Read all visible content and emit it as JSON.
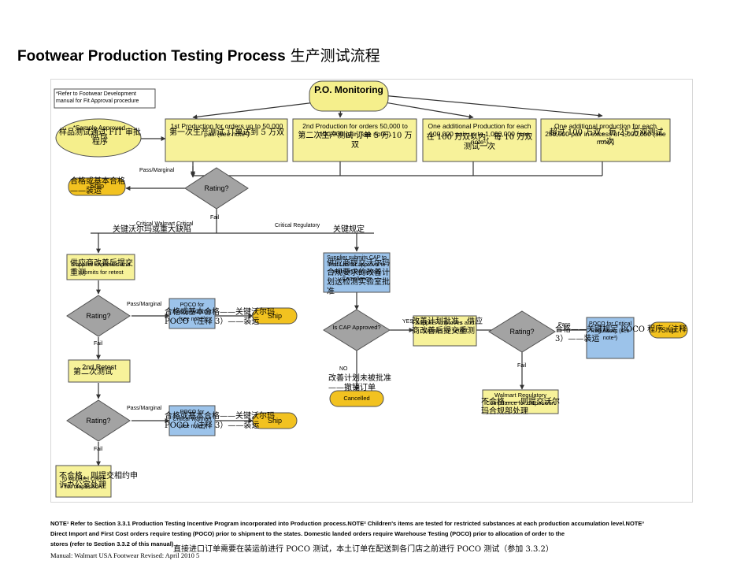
{
  "header": {
    "title_en": "Footwear Production Testing Process",
    "title_cn": "生产测试流程"
  },
  "flow": {
    "ref_note": "*Refer to Footwear Development manual for Fit Approval procedure",
    "po_monitoring": "P.O. Monitoring",
    "sample": {
      "en": "*Sample Approved for Fit",
      "cn": "样品测试通过 FIT 审批程序"
    },
    "first_prod": {
      "en": "1st Production for orders up to 50,000 pair (see note¹)",
      "cn": "第一次生产测试 订单达到 5 万双"
    },
    "second_prod": {
      "en": "2nd Production for orders 50,000 to 100,000 pair (see note¹)",
      "cn": "第二次生产测试 订单 5 万-10 万双"
    },
    "additional_prod": {
      "en": "One additional Production for each 100,000 pair up to 1,000,000 (see note¹)",
      "cn": "在 100 万双以内，每 10 万双测试一次"
    },
    "additional_prod2": {
      "en": "One additional production for each 250,000 pair in excess of 1,000,000 (see note¹)",
      "cn": "超过 100 万双，每 25 万双测试一次"
    },
    "pass_marginal": "Pass/Marginal",
    "ship": "Ship",
    "ship_cn": "合格或基本合格——装运",
    "rating": "Rating?",
    "fail": "Fail",
    "critical_walmart": "Critical Walmart Critical",
    "critical_walmart_cn": "关键沃尔玛或重大缺陷",
    "critical_regulatory": "Critical Regulatory",
    "critical_regulatory_cn": "关键规定",
    "supplier_improves": "Supplier improves and submits for retest",
    "supplier_improves_cn": "供应商改善后提交重测",
    "poco_walmart": "POCO for Critical Walmart (see note³)",
    "poco_walmart_cn": "合格或基本合格——关键沃尔玛 POCO（注释 3）——装运",
    "second_retest": "2nd Retest",
    "second_retest_cn": "第二次测试",
    "poco_walmart2_cn": "合格或基本合格——关键沃尔玛 POCO（注释 3）——装运",
    "fail_office": "To Apparel Office for disposition",
    "fail_office_cn": "不合格，则提交相约申诉办公室处理",
    "cap": "Supplier submits CAP to Test Lab for approval to Walmart Regulatory Compliance",
    "cap_cn": "供应商提交沃尔玛合规要求的改善计划送检测实验室批准",
    "is_cap": "Is CAP Approved?",
    "yes": "YES",
    "no": "NO",
    "cancelled": "Cancelled",
    "cancelled_cn": "改善计划未被批准——撤销订单",
    "supplier_improves2": "Supplier improves and submits for retest",
    "supplier_improves2_cn": "改善计划批准，供应商改善后提交重测",
    "pass": "Pass",
    "poco_regulatory": "POCO for Critical Regulatory (see note³)",
    "poco_regulatory_cn": "合格——关键规定 POCO 程序（注释 3）——装运",
    "walmart_regulatory": "Walmart Regulatory Compliance for disposition",
    "walmart_regulatory_cn": "不合格——则提交沃尔玛合规部处理"
  },
  "notes": {
    "line1": "NOTE¹ Refer to Section 3.3.1 Production Testing Incentive Program incorporated into Production process.NOTE² Children's items are tested for restricted substances at each production accumulation level.NOTE³",
    "line2": "Direct Import and First Cost orders require testing (POCO) prior to shipment to the states. Domestic landed orders require Warehouse Testing (POCO) prior to allocation of order to the",
    "line3": "stores (refer to Section 3.3.2 of this manual)",
    "line3_cn": "直接进口订单需要在装运前进行 POCO 测试，本土订单在配送到各门店之前进行 POCO 测试（参加 3.3.2）"
  },
  "footer": {
    "manual": "Manual: Walmart USA Footwear Revised: April 2010",
    "page": "5"
  },
  "colors": {
    "yellow": "#f5ef8c",
    "yellow_box": "#f7f29a",
    "ship_orange": "#f2c220",
    "blue": "#9cc3ea",
    "gray": "#a3a3a3",
    "border": "#505050"
  }
}
